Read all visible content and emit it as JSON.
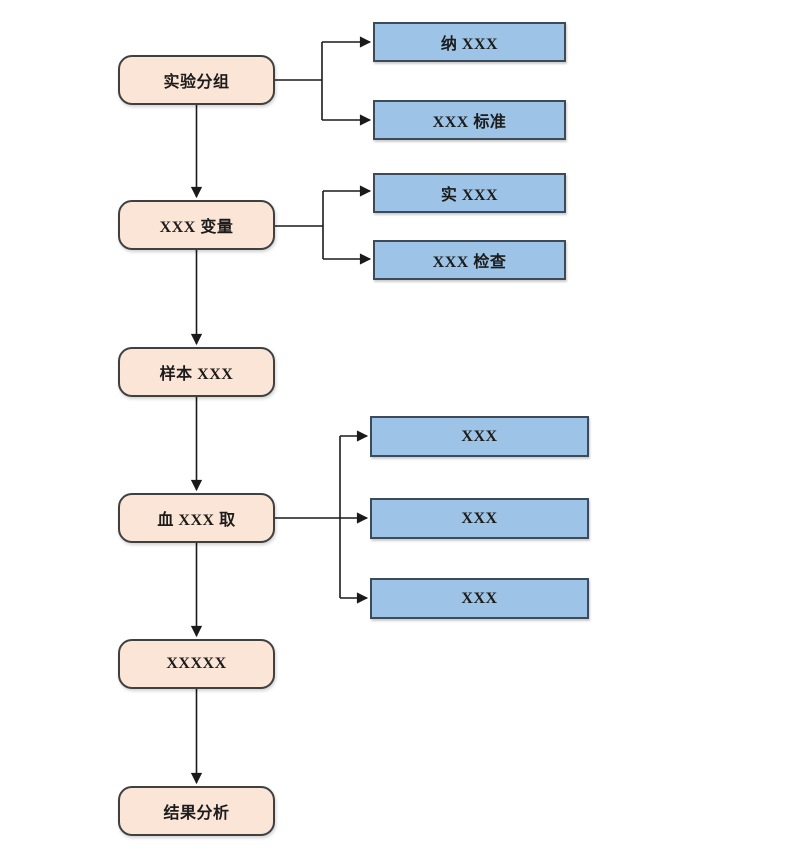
{
  "diagram": {
    "colors": {
      "canvas_bg": "#ffffff",
      "process_fill": "#FBE5D6",
      "process_border": "#404040",
      "branch_fill": "#9DC3E6",
      "branch_border": "#3E4A58",
      "line_color": "#1a1a1a",
      "text_color": "#1c1c1c"
    },
    "main_flow": [
      {
        "label": "实验分组"
      },
      {
        "label": "XXX 变量"
      },
      {
        "label": "样本 XXX"
      },
      {
        "label": "血 XXX 取"
      },
      {
        "label": "XXXXX"
      },
      {
        "label": "结果分析"
      }
    ],
    "branch_groups": [
      {
        "from": "实验分组",
        "items": [
          {
            "label": "纳 XXX"
          },
          {
            "label": "XXX 标准"
          }
        ]
      },
      {
        "from": "XXX 变量",
        "items": [
          {
            "label": "实 XXX"
          },
          {
            "label": "XXX 检查"
          }
        ]
      },
      {
        "from": "血 XXX 取",
        "items": [
          {
            "label": "XXX"
          },
          {
            "label": "XXX"
          },
          {
            "label": "XXX"
          }
        ]
      }
    ]
  }
}
